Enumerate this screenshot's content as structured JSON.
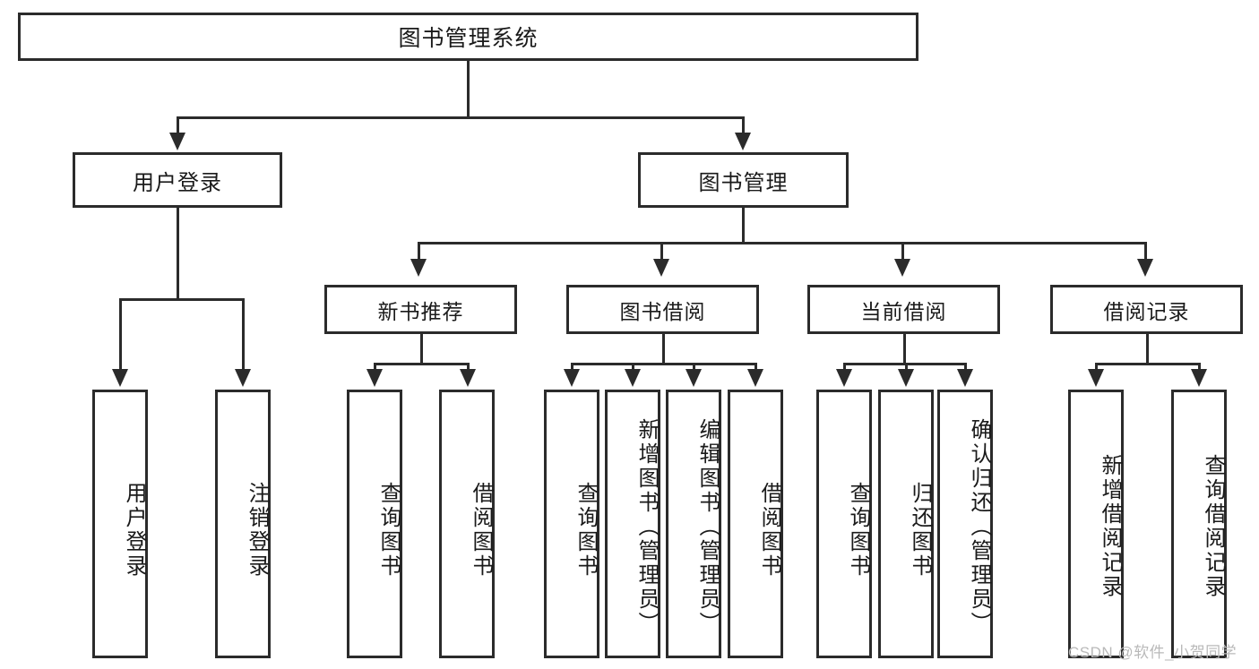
{
  "diagram": {
    "title": "图书管理系统",
    "type": "functional-structure-tree",
    "root": {
      "label": "图书管理系统"
    },
    "level2": [
      {
        "label": "用户登录"
      },
      {
        "label": "图书管理"
      }
    ],
    "level3": [
      {
        "label": "新书推荐"
      },
      {
        "label": "图书借阅"
      },
      {
        "label": "当前借阅"
      },
      {
        "label": "借阅记录"
      }
    ],
    "leaves": {
      "user_login": [
        {
          "label": "用户登录"
        },
        {
          "label": "注销登录"
        }
      ],
      "new_book_recommend": [
        {
          "label": "查询图书"
        },
        {
          "label": "借阅图书"
        }
      ],
      "book_borrow": [
        {
          "label": "查询图书"
        },
        {
          "label": "新增图书（管理员）"
        },
        {
          "label": "编辑图书（管理员）"
        },
        {
          "label": "借阅图书"
        }
      ],
      "current_borrow": [
        {
          "label": "查询图书"
        },
        {
          "label": "归还图书"
        },
        {
          "label": "确认归还（管理员）"
        }
      ],
      "borrow_record": [
        {
          "label": "新增借阅记录"
        },
        {
          "label": "查询借阅记录"
        }
      ]
    }
  },
  "watermark": {
    "text": "CSDN @软件_小贺同学"
  },
  "colors": {
    "stroke": "#2b2b2b",
    "background": "#ffffff",
    "text": "#1a1a1a",
    "watermark": "#b9b9b9"
  }
}
